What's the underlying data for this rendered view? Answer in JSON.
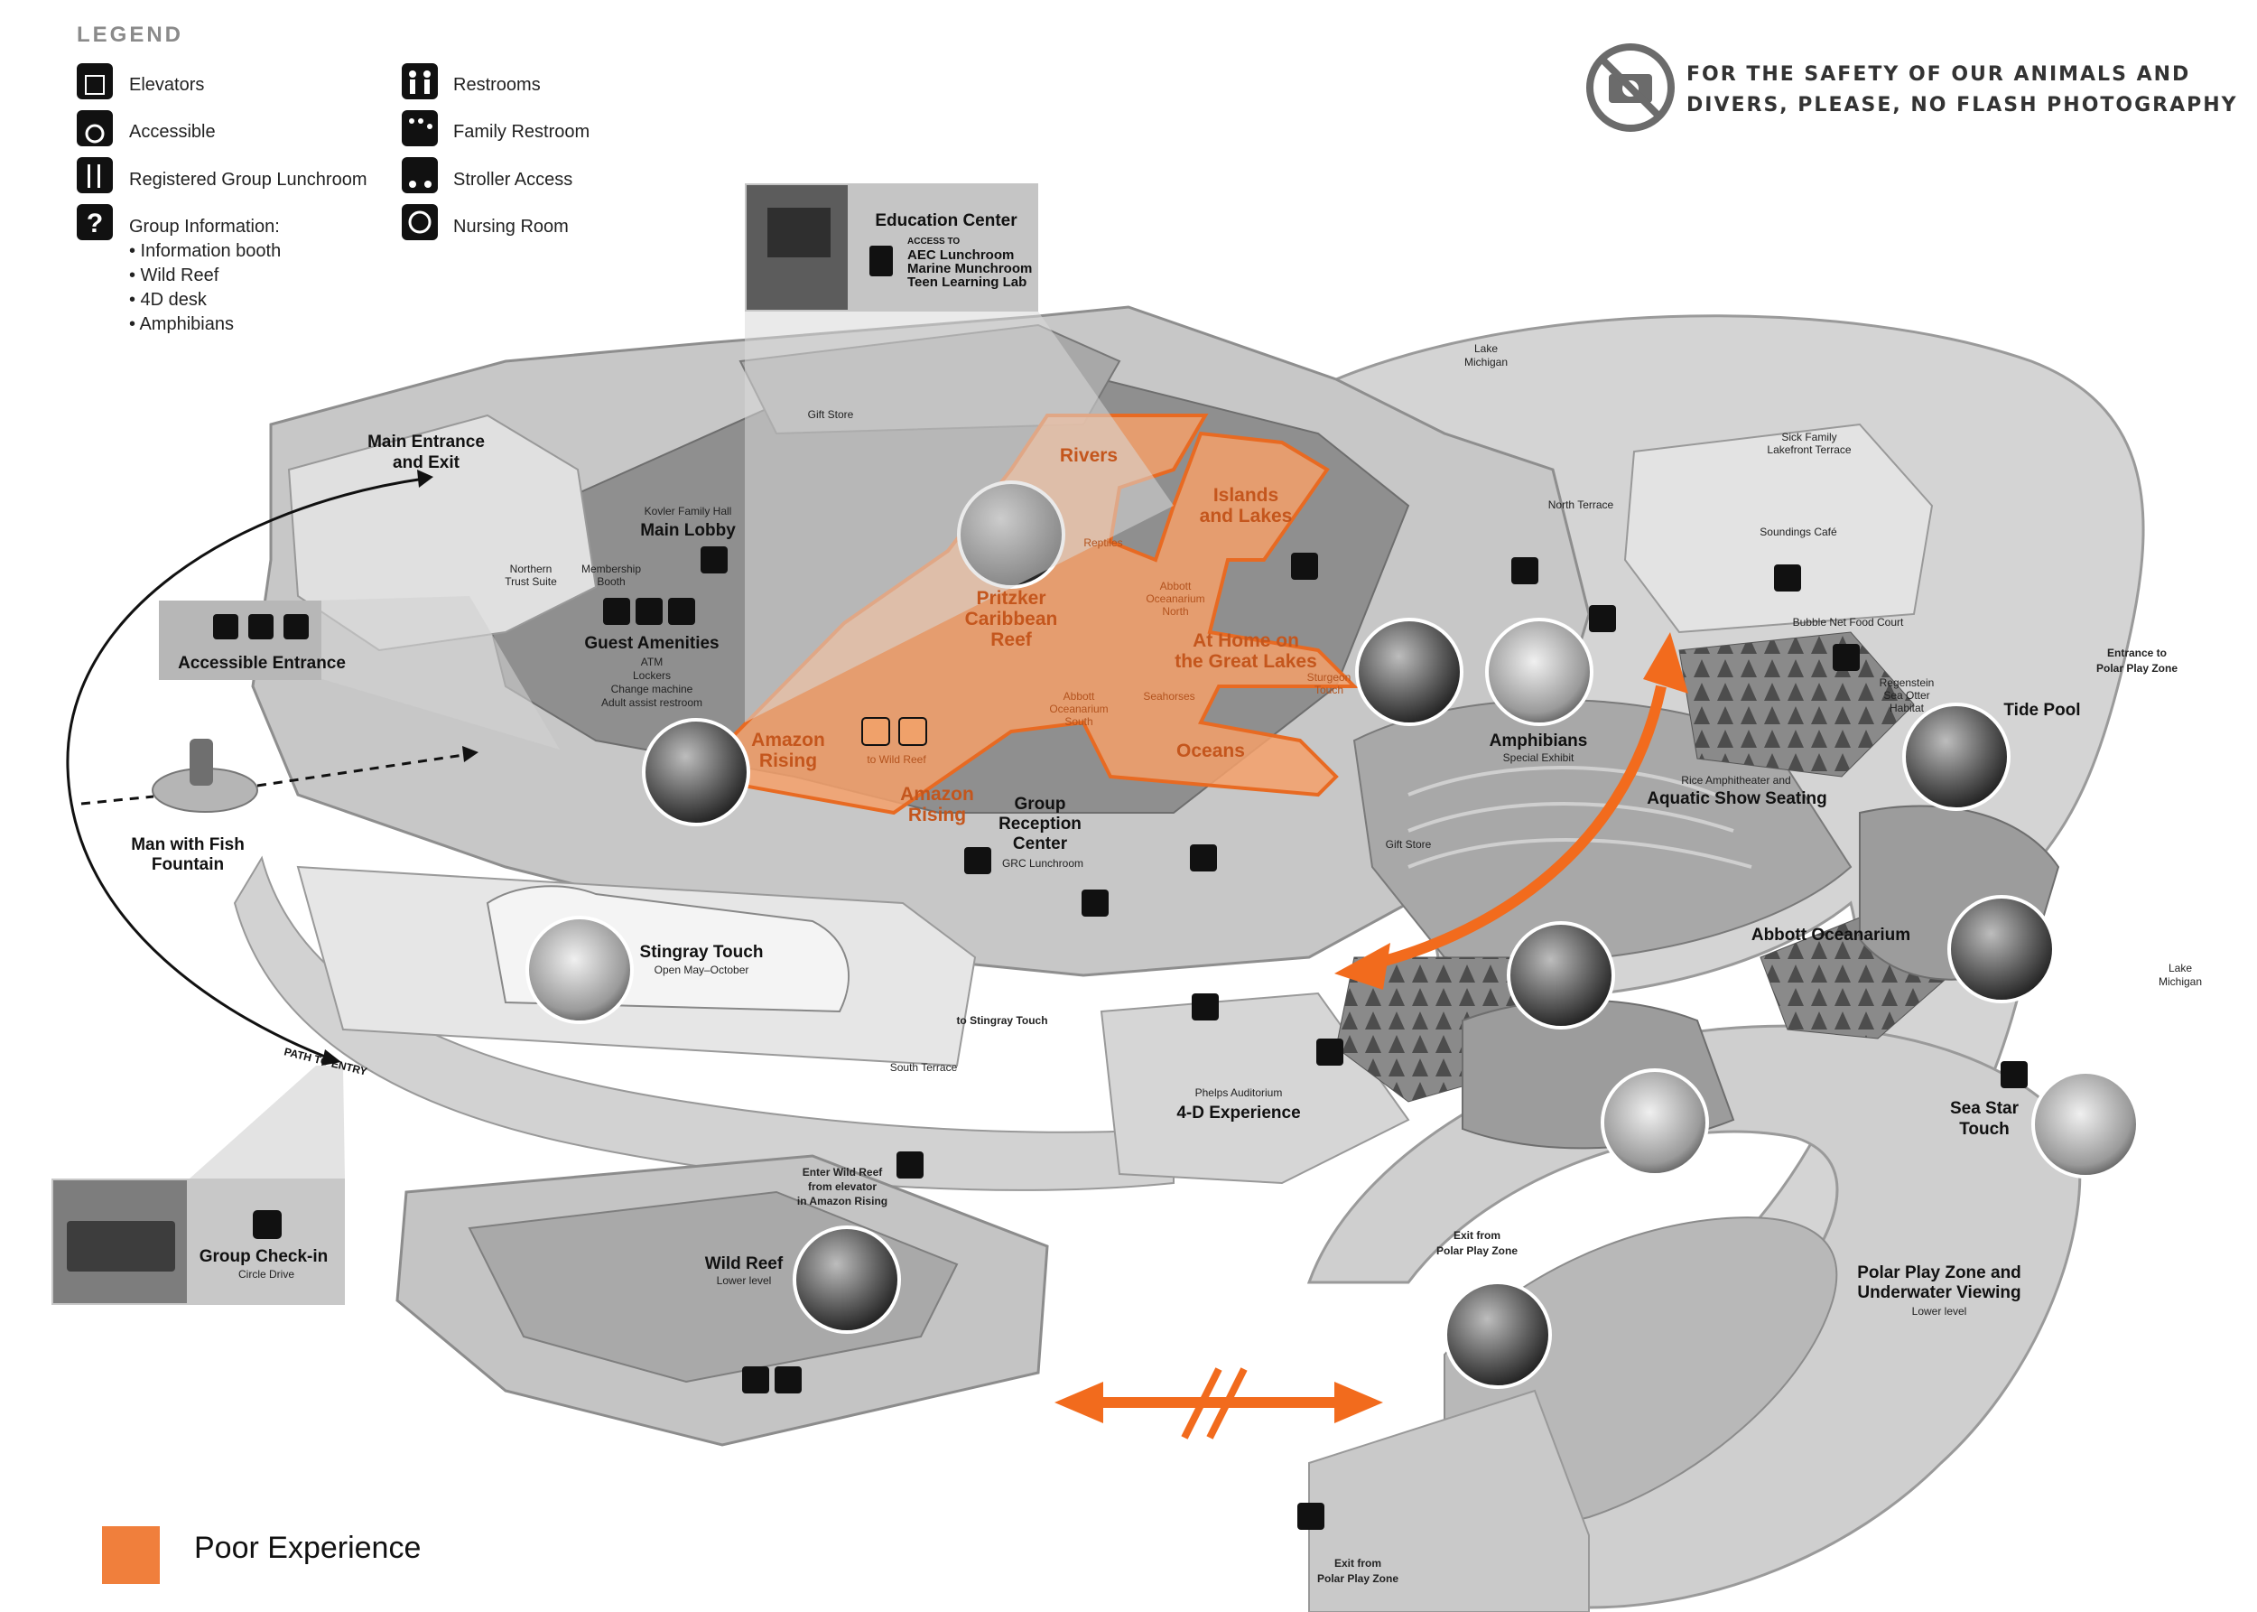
{
  "legend": {
    "title": "LEGEND",
    "items": [
      {
        "icon": "elevator-icon",
        "label": "Elevators"
      },
      {
        "icon": "accessible-icon",
        "label": "Accessible"
      },
      {
        "icon": "lunchroom-icon",
        "label": "Registered Group Lunchroom"
      },
      {
        "icon": "question-icon",
        "label": "Group Information:"
      },
      {
        "icon": "restroom-icon",
        "label": "Restrooms"
      },
      {
        "icon": "family-restroom-icon",
        "label": "Family Restroom"
      },
      {
        "icon": "stroller-icon",
        "label": "Stroller Access"
      },
      {
        "icon": "nursing-icon",
        "label": "Nursing Room"
      }
    ],
    "group_info_bullets": [
      "• Information booth",
      "• Wild Reef",
      "• 4D desk",
      "• Amphibians"
    ]
  },
  "safety_notice": {
    "line1": "FOR THE SAFETY OF OUR ANIMALS AND",
    "line2": "DIVERS, PLEASE, NO FLASH PHOTOGRAPHY",
    "icon": "no-flash-camera-icon"
  },
  "education_center": {
    "title": "Education Center",
    "access_to": "ACCESS TO",
    "items": [
      "AEC Lunchroom",
      "Marine Munchroom",
      "Teen Learning Lab"
    ]
  },
  "accessible_entrance": {
    "label": "Accessible Entrance"
  },
  "group_checkin": {
    "title": "Group Check-in",
    "sub": "Circle Drive"
  },
  "poor_experience": {
    "label": "Poor Experience",
    "color": "#f07f3c"
  },
  "colors": {
    "highlight": "#f5a06a",
    "highlight_border": "#e86a22",
    "arrow": "#f26b1d",
    "building": "#bdbdbd",
    "floor": "#d9d9d9"
  },
  "labels": {
    "main_entrance_1": "Main Entrance",
    "main_entrance_2": "and Exit",
    "gift_store_top": "Gift Store",
    "kovler": "Kovler Family Hall",
    "main_lobby": "Main Lobby",
    "northern_trust_1": "Northern",
    "northern_trust_2": "Trust Suite",
    "membership_1": "Membership",
    "membership_2": "Booth",
    "guest_amenities": "Guest Amenities",
    "amen_1": "ATM",
    "amen_2": "Lockers",
    "amen_3": "Change machine",
    "amen_4": "Adult assist restroom",
    "man_fish_1": "Man with Fish",
    "man_fish_2": "Fountain",
    "path_to_entry": "PATH TO ENTRY",
    "rivers": "Rivers",
    "reptiles": "Reptiles",
    "islands_1": "Islands",
    "islands_2": "and Lakes",
    "pritzker_1": "Pritzker",
    "pritzker_2": "Caribbean",
    "pritzker_3": "Reef",
    "abbott_north_1": "Abbott",
    "abbott_north_2": "Oceanarium",
    "abbott_north_3": "North",
    "at_home_1": "At Home on",
    "at_home_2": "the Great Lakes",
    "sturgeon_1": "Sturgeon",
    "sturgeon_2": "Touch",
    "amazon_1": "Amazon",
    "amazon_2": "Rising",
    "to_wild_reef": "to Wild Reef",
    "amazon2_1": "Amazon",
    "amazon2_2": "Rising",
    "abbott_south_1": "Abbott",
    "abbott_south_2": "Oceanarium",
    "abbott_south_3": "South",
    "seahorses": "Seahorses",
    "oceans": "Oceans",
    "group_rec_1": "Group",
    "group_rec_2": "Reception",
    "group_rec_3": "Center",
    "grc_lunch": "GRC Lunchroom",
    "gift_store_mid": "Gift Store",
    "amphibians": "Amphibians",
    "amphibians_sub": "Special Exhibit",
    "lake_michigan_top_1": "Lake",
    "lake_michigan_top_2": "Michigan",
    "north_terrace": "North Terrace",
    "sick_family_1": "Sick Family",
    "sick_family_2": "Lakefront Terrace",
    "soundings": "Soundings Café",
    "bubble_net": "Bubble Net Food Court",
    "entrance_polar_1": "Entrance to",
    "entrance_polar_2": "Polar Play Zone",
    "regenstein_1": "Regenstein",
    "regenstein_2": "Sea Otter",
    "regenstein_3": "Habitat",
    "tide_pool": "Tide Pool",
    "rice_amph": "Rice Amphitheater and",
    "aquatic_show": "Aquatic Show Seating",
    "abbott_oceanarium": "Abbott Oceanarium",
    "lake_michigan_right_1": "Lake",
    "lake_michigan_right_2": "Michigan",
    "stingray": "Stingray Touch",
    "stingray_sub": "Open May–October",
    "to_stingray": "to Stingray Touch",
    "south_terrace": "South Terrace",
    "phelps": "Phelps Auditorium",
    "four_d": "4-D Experience",
    "sea_star_1": "Sea Star",
    "sea_star_2": "Touch",
    "enter_wild_1": "Enter Wild Reef",
    "enter_wild_2": "from elevator",
    "enter_wild_3": "in Amazon Rising",
    "wild_reef": "Wild Reef",
    "wild_reef_sub": "Lower level",
    "exit_polar_1": "Exit from",
    "exit_polar_2": "Polar Play Zone",
    "polar_1": "Polar Play Zone and",
    "polar_2": "Underwater Viewing",
    "polar_sub": "Lower level",
    "exit_polar_b1": "Exit from",
    "exit_polar_b2": "Polar Play Zone"
  }
}
